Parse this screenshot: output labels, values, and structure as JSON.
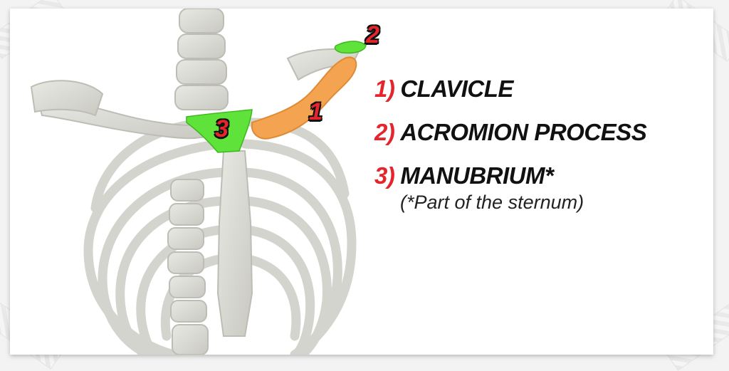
{
  "markers": {
    "m1": "1",
    "m2": "2",
    "m3": "3"
  },
  "legend": [
    {
      "num": "1)",
      "text": "CLAVICLE"
    },
    {
      "num": "2)",
      "text": "ACROMION PROCESS"
    },
    {
      "num": "3)",
      "text": "MANUBRIUM*"
    }
  ],
  "legend_note": "(*Part of the sternum)",
  "colors": {
    "accent": "#e4262c",
    "clavicle": "#f4a451",
    "highlight_green": "#5fe23a",
    "bone": "#dcdcd6"
  }
}
